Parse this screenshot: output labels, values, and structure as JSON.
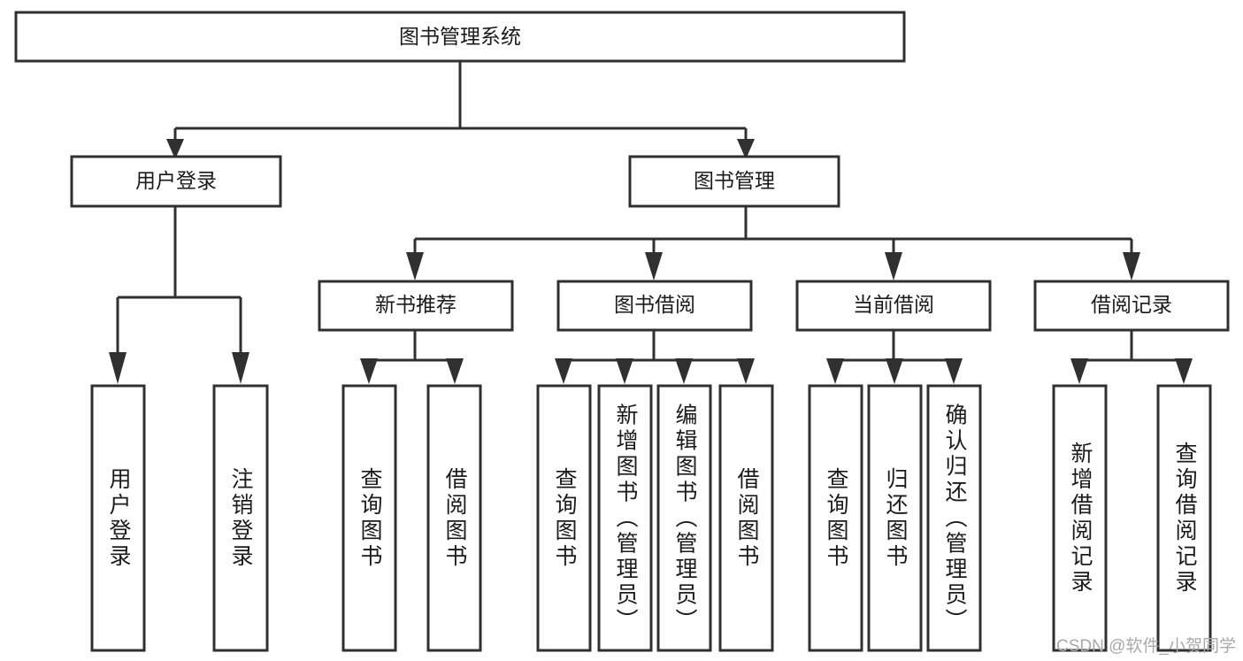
{
  "diagram": {
    "title": "图书管理系统",
    "type": "tree-hierarchy-chart",
    "watermark": "CSDN @软件_小贺同学",
    "colors": {
      "box_stroke": "#303030",
      "box_fill": "#ffffff",
      "connector": "#303030",
      "text": "#1b1b1b",
      "watermark": "#a9a9a9",
      "background": "#ffffff"
    },
    "nodes": {
      "root": {
        "label": "图书管理系统"
      },
      "level2": [
        {
          "id": "user-login",
          "label": "用户登录"
        },
        {
          "id": "book-management",
          "label": "图书管理"
        }
      ],
      "level3": [
        {
          "id": "new-book-recommend",
          "label": "新书推荐",
          "parent": "book-management"
        },
        {
          "id": "book-borrow",
          "label": "图书借阅",
          "parent": "book-management"
        },
        {
          "id": "current-borrow",
          "label": "当前借阅",
          "parent": "book-management"
        },
        {
          "id": "borrow-record",
          "label": "借阅记录",
          "parent": "book-management"
        }
      ],
      "leaves": [
        {
          "id": "leaf-user-login",
          "label": "用户登录",
          "parent": "user-login"
        },
        {
          "id": "leaf-logout-login",
          "label": "注销登录",
          "parent": "user-login"
        },
        {
          "id": "leaf-query-book-rec",
          "label": "查询图书",
          "parent": "new-book-recommend"
        },
        {
          "id": "leaf-borrow-book-rec",
          "label": "借阅图书",
          "parent": "new-book-recommend"
        },
        {
          "id": "leaf-query-book-borrow",
          "label": "查询图书",
          "parent": "book-borrow"
        },
        {
          "id": "leaf-add-book-admin",
          "label": "新增图书（管理员）",
          "parent": "book-borrow"
        },
        {
          "id": "leaf-edit-book-admin",
          "label": "编辑图书（管理员）",
          "parent": "book-borrow"
        },
        {
          "id": "leaf-borrow-book",
          "label": "借阅图书",
          "parent": "book-borrow"
        },
        {
          "id": "leaf-query-book-cur",
          "label": "查询图书",
          "parent": "current-borrow"
        },
        {
          "id": "leaf-return-book",
          "label": "归还图书",
          "parent": "current-borrow"
        },
        {
          "id": "leaf-confirm-return-admin",
          "label": "确认归还（管理员）",
          "parent": "current-borrow"
        },
        {
          "id": "leaf-add-borrow-record",
          "label": "新增借阅记录",
          "parent": "borrow-record"
        },
        {
          "id": "leaf-query-borrow-record",
          "label": "查询借阅记录",
          "parent": "borrow-record"
        }
      ]
    }
  }
}
